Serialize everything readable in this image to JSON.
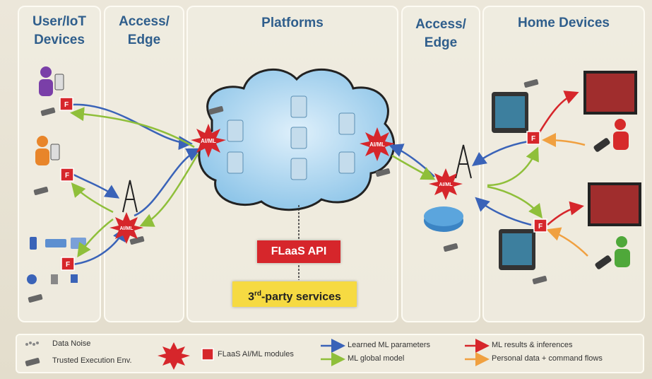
{
  "columns": {
    "user_iot": "User/IoT\nDevices",
    "access_edge_left": "Access/\nEdge",
    "platforms": "Platforms",
    "access_edge_right": "Access/\nEdge",
    "home_devices": "Home Devices"
  },
  "boxes": {
    "flaas_api": "FLaaS API",
    "third_party_prefix": "3",
    "third_party_sup": "rd",
    "third_party_suffix": "-party services"
  },
  "badges": {
    "aiml": "AI/ML",
    "flaas_module": "F"
  },
  "legend": {
    "data_noise": "Data Noise",
    "trusted_env": "Trusted Execution Env.",
    "flaas_modules": "FLaaS AI/ML modules",
    "learned_params": "Learned ML parameters",
    "global_model": "ML global model",
    "ml_results": "ML results & inferences",
    "personal_data": "Personal data + command flows"
  },
  "colors": {
    "title": "#2f5e8c",
    "learned_params": "#3a63b8",
    "global_model": "#8fbf3a",
    "ml_results": "#d6262b",
    "personal_data": "#f0a040",
    "badge_red": "#d6262b",
    "third_party": "#f6da42"
  }
}
